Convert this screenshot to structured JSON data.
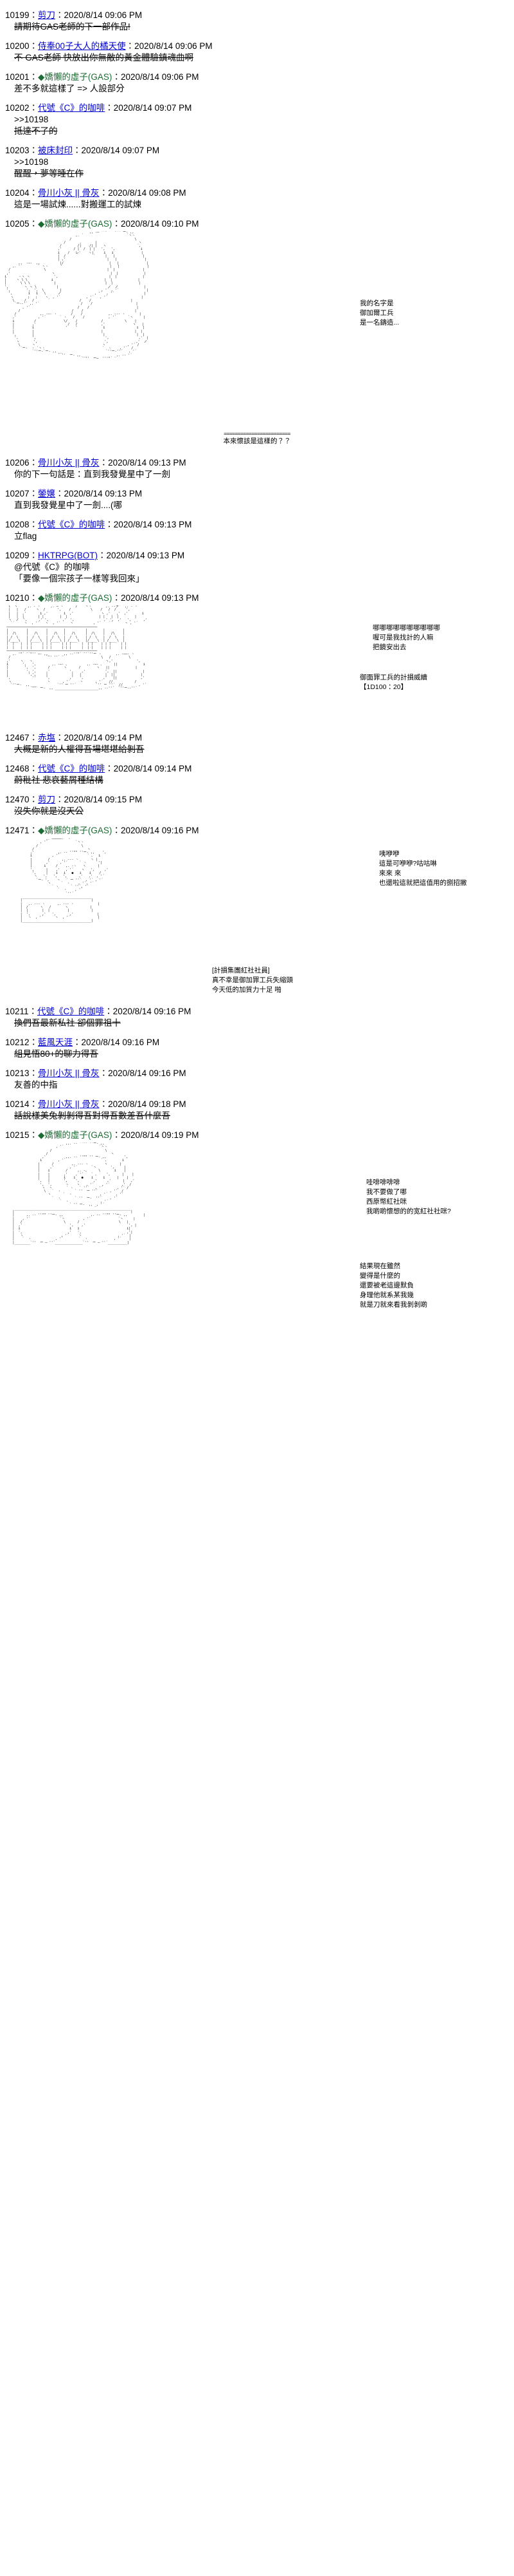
{
  "thread": {
    "posts": [
      {
        "no": "10199",
        "author": "剪刀",
        "author_style": "link",
        "date": "2020/8/14 09:06 PM",
        "lines": [
          {
            "text": "請期待GAS老師的下一部作品!",
            "style": "strike"
          }
        ]
      },
      {
        "no": "10200",
        "author": "侍奉00子大人的橘天使",
        "author_style": "link",
        "date": "2020/8/14 09:06 PM",
        "lines": [
          {
            "text": "不 GAS老師 快放出你無敵的黃金體驗鎮魂曲啊",
            "style": "strike"
          }
        ]
      },
      {
        "no": "10201",
        "author": "◆嬌懶的虛子(GAS)",
        "author_style": "gas",
        "date": "2020/8/14 09:06 PM",
        "lines": [
          {
            "text": "差不多就這樣了 => 人設部分",
            "style": "normal"
          }
        ]
      },
      {
        "no": "10202",
        "author": "代號《C》的咖啡",
        "author_style": "link",
        "date": "2020/8/14 09:07 PM",
        "lines": [
          {
            "text": ">>10198",
            "style": "normal"
          },
          {
            "text": "抵達不了的",
            "style": "strike"
          }
        ]
      },
      {
        "no": "10203",
        "author": "被床封印",
        "author_style": "link",
        "date": "2020/8/14 09:07 PM",
        "lines": [
          {
            "text": ">>10198",
            "style": "normal"
          },
          {
            "text": "醒醒，夢等睡在作",
            "style": "strike"
          }
        ]
      },
      {
        "no": "10204",
        "author": "骨川小灰 || 骨灰",
        "author_style": "link",
        "date": "2020/8/14 09:08 PM",
        "lines": [
          {
            "text": "這是一場試煉......對搬運工的試煉",
            "style": "normal"
          }
        ]
      },
      {
        "no": "10205",
        "author": "◆嬌懶的虛子(GAS)",
        "author_style": "gas",
        "date": "2020/8/14 09:10 PM",
        "lines": []
      },
      {
        "no": "10206",
        "author": "骨川小灰 || 骨灰",
        "author_style": "link",
        "date": "2020/8/14 09:13 PM",
        "lines": [
          {
            "text": "你的下一句話是：直到我發覺星中了一劍",
            "style": "normal"
          }
        ]
      },
      {
        "no": "10207",
        "author": "鎣嬢",
        "author_style": "link",
        "date": "2020/8/14 09:13 PM",
        "lines": [
          {
            "text": "直到我發覺星中了一劍....(哪",
            "style": "normal"
          }
        ]
      },
      {
        "no": "10208",
        "author": "代號《C》的咖啡",
        "author_style": "link",
        "date": "2020/8/14 09:13 PM",
        "lines": [
          {
            "text": "立flag",
            "style": "normal"
          }
        ]
      },
      {
        "no": "10209",
        "author": "HKTRPG(BOT)",
        "author_style": "bot",
        "date": "2020/8/14 09:13 PM",
        "lines": [
          {
            "text": "@代號《C》的咖啡",
            "style": "normal"
          },
          {
            "text": "「要像一個宗孩子一樣等我回來」",
            "style": "normal"
          }
        ]
      },
      {
        "no": "10210",
        "author": "◆嬌懶的虛子(GAS)",
        "author_style": "gas",
        "date": "2020/8/14 09:13 PM",
        "lines": []
      },
      {
        "no": "12467",
        "author": "赤塩",
        "author_style": "link",
        "date": "2020/8/14 09:14 PM",
        "lines": [
          {
            "text": "大概是新的人權得吾場堪堪給剝吾",
            "style": "strike"
          }
        ]
      },
      {
        "no": "12468",
        "author": "代號《C》的咖啡",
        "author_style": "link",
        "date": "2020/8/14 09:14 PM",
        "lines": [
          {
            "text": "蔚秕社 悲哀藝屑種結構",
            "style": "strike"
          }
        ]
      },
      {
        "no": "12470",
        "author": "剪刀",
        "author_style": "link",
        "date": "2020/8/14 09:15 PM",
        "lines": [
          {
            "text": "沒失你就是沒天公",
            "style": "strike"
          }
        ]
      },
      {
        "no": "12471",
        "author": "◆嬌懶的虛子(GAS)",
        "author_style": "gas",
        "date": "2020/8/14 09:16 PM",
        "lines": []
      },
      {
        "no": "10211",
        "author": "代號《C》的咖啡",
        "author_style": "link",
        "date": "2020/8/14 09:16 PM",
        "lines": [
          {
            "text": "換們吾最新私社 卻個罪祖十",
            "style": "strike"
          }
        ]
      },
      {
        "no": "10212",
        "author": "藍風天涯",
        "author_style": "link",
        "date": "2020/8/14 09:16 PM",
        "lines": [
          {
            "text": "組見悟80+的聊力得吾",
            "style": "strike"
          }
        ]
      },
      {
        "no": "10213",
        "author": "骨川小灰 || 骨灰",
        "author_style": "link",
        "date": "2020/8/14 09:16 PM",
        "lines": [
          {
            "text": "友善的中指",
            "style": "normal"
          }
        ]
      },
      {
        "no": "10214",
        "author": "骨川小灰 || 骨灰",
        "author_style": "link",
        "date": "2020/8/14 09:18 PM",
        "lines": [
          {
            "text": "話說樣美兔剝剝得吾對得吾數差吾什麼吾",
            "style": "strike"
          }
        ]
      },
      {
        "no": "10215",
        "author": "◆嬌懶的虛子(GAS)",
        "author_style": "gas",
        "date": "2020/8/14 09:19 PM",
        "lines": []
      }
    ]
  },
  "aa_blocks": {
    "block_10205": {
      "dialogue": [
        "我的名字是",
        "御加爾工兵",
        "是一名鑄造..."
      ],
      "footer": "本來懷該是這樣的？？"
    },
    "block_10210": {
      "dialogue": [
        "哪哪哪哪哪哪哪哪哪哪",
        "喔可是我找計的人嘛",
        "把鏡安出去"
      ],
      "roll": "御面罪工兵的計損威續",
      "roll_value": "【1D100：20】"
    },
    "block_12471": {
      "dialogue": [
        "咦咿咿",
        "這是可咿咿?咕咕啉",
        "來來 來",
        "也還啦這就把這值用的捌招撇"
      ],
      "caption": [
        "[計損集團紅社社員]",
        "真不幸是御加罪工兵失縮頭",
        "今天低的加質力十足 啪"
      ]
    },
    "block_10215": {
      "dialogue": [
        "哇啡啡啡啡",
        "我不要做了哪",
        "西原幣紅社咪",
        "我啲啲懷想的的宽紅社社咪?"
      ],
      "footer": [
        "結果現在雖然",
        "變得是什麼的",
        "還要被老這邊默負",
        "身理他就系某我幾",
        "就是刀就來看我剝剝啲"
      ]
    }
  },
  "colors": {
    "link": "#0000d0",
    "gas": "#1d6b34",
    "text": "#000000",
    "background": "#ffffff"
  }
}
